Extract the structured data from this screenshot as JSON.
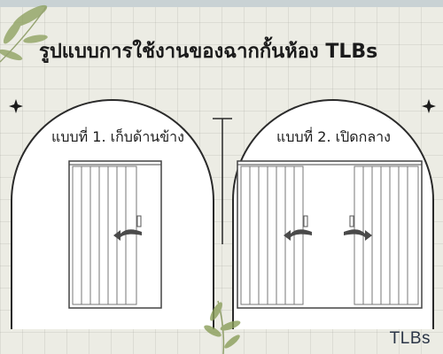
{
  "title": "รูปแบบการใช้งานของฉากกั้นห้อง TLBs",
  "style1": {
    "label": "แบบที่ 1. เก็บด้านข้าง"
  },
  "style2": {
    "label": "แบบที่ 2. เปิดกลาง"
  },
  "brand": "TLBs",
  "colors": {
    "background": "#ecece4",
    "line": "#2a2a2a",
    "leaf": "#8a9e5a"
  }
}
